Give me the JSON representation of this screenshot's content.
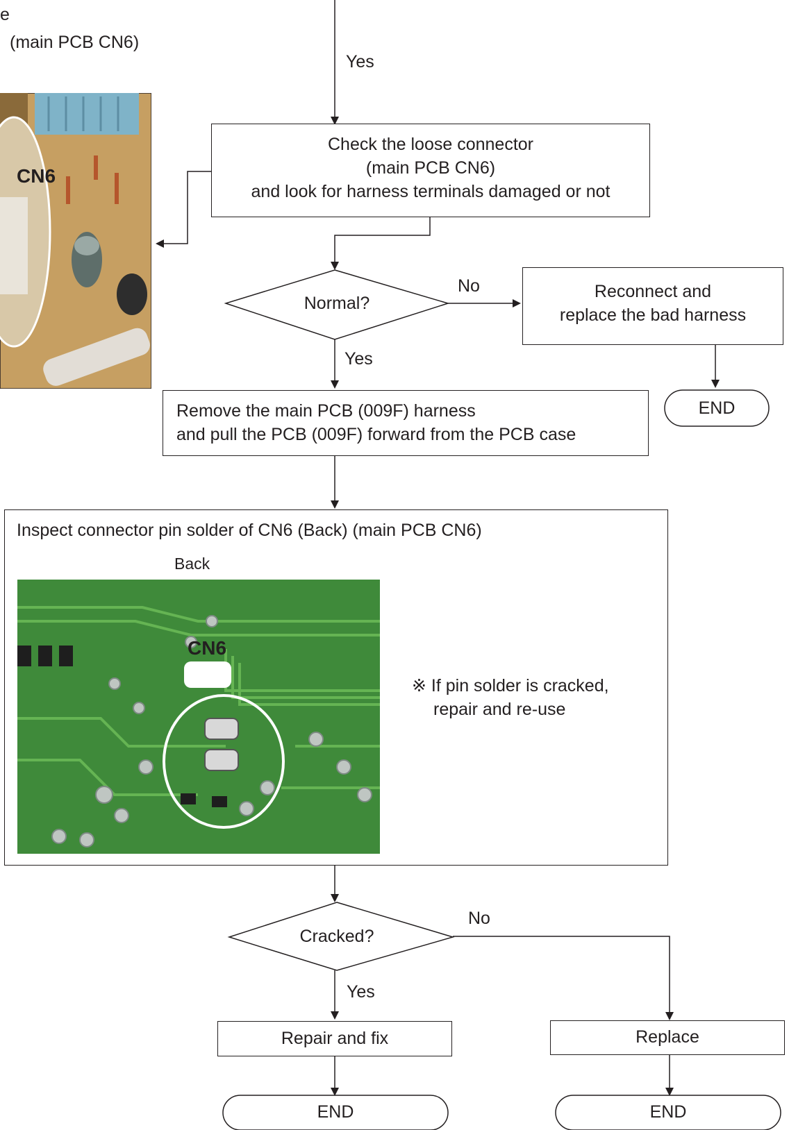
{
  "top_left": {
    "line1": "e",
    "line2": "(main PCB CN6)",
    "photo_label": "CN6"
  },
  "top_yes": "Yes",
  "check_box": {
    "line1": "Check the loose connector",
    "line2": "(main PCB CN6)",
    "line3": "and look for harness terminals damaged or not"
  },
  "normal_decision": {
    "label": "Normal?",
    "no": "No",
    "yes": "Yes"
  },
  "reconnect_box": {
    "line1": "Reconnect and",
    "line2": "replace the bad harness"
  },
  "end1": "END",
  "remove_box": {
    "line1": "Remove the main PCB (009F) harness",
    "line2": "and pull the PCB (009F) forward from the PCB case"
  },
  "inspect_box": {
    "title": "Inspect connector pin solder of CN6 (Back) (main PCB CN6)",
    "back_label": "Back",
    "photo_label": "CN6",
    "note_line1": "※ If pin solder is cracked,",
    "note_line2": "repair and re-use"
  },
  "cracked_decision": {
    "label": "Cracked?",
    "no": "No",
    "yes": "Yes"
  },
  "repair_box": "Repair and fix",
  "replace_box": "Replace",
  "end2": "END",
  "end3": "END",
  "colors": {
    "line": "#231f20",
    "pcb_tan": "#c8a46a",
    "pcb_green": "#3f8a3a"
  }
}
